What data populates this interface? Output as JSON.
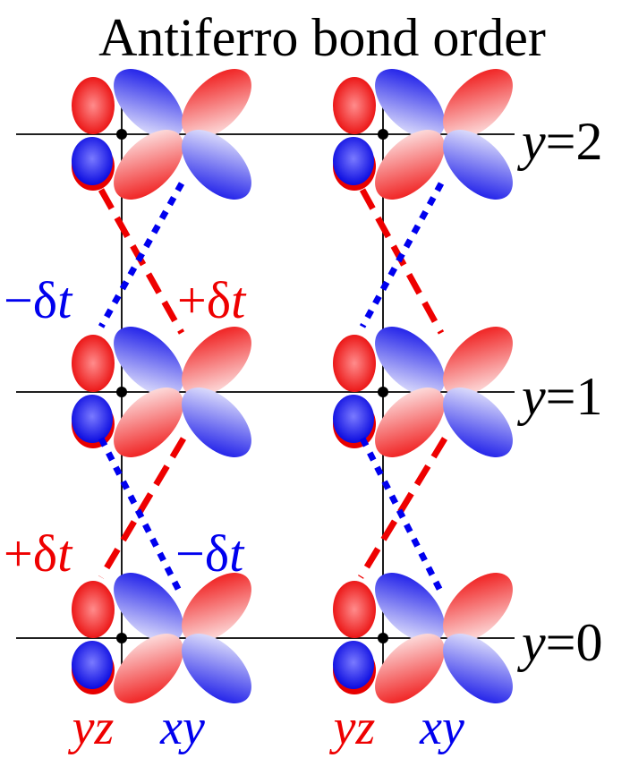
{
  "title": "Antiferro bond order",
  "row_labels": [
    {
      "y_symbol": "y",
      "value": "=2"
    },
    {
      "y_symbol": "y",
      "value": "=1"
    },
    {
      "y_symbol": "y",
      "value": "=0"
    }
  ],
  "bond_labels": {
    "upper_left": {
      "sign": "−",
      "delta": "δ",
      "t": "t"
    },
    "upper_right": {
      "sign": "+",
      "delta": "δ",
      "t": "t"
    },
    "lower_left": {
      "sign": "+",
      "delta": "δ",
      "t": "t"
    },
    "lower_right": {
      "sign": "−",
      "delta": "δ",
      "t": "t"
    }
  },
  "orbital_labels": {
    "yz": "yz",
    "xy": "xy"
  },
  "colors": {
    "red": "#ee0000",
    "blue": "#0000ee",
    "black": "#000000"
  }
}
